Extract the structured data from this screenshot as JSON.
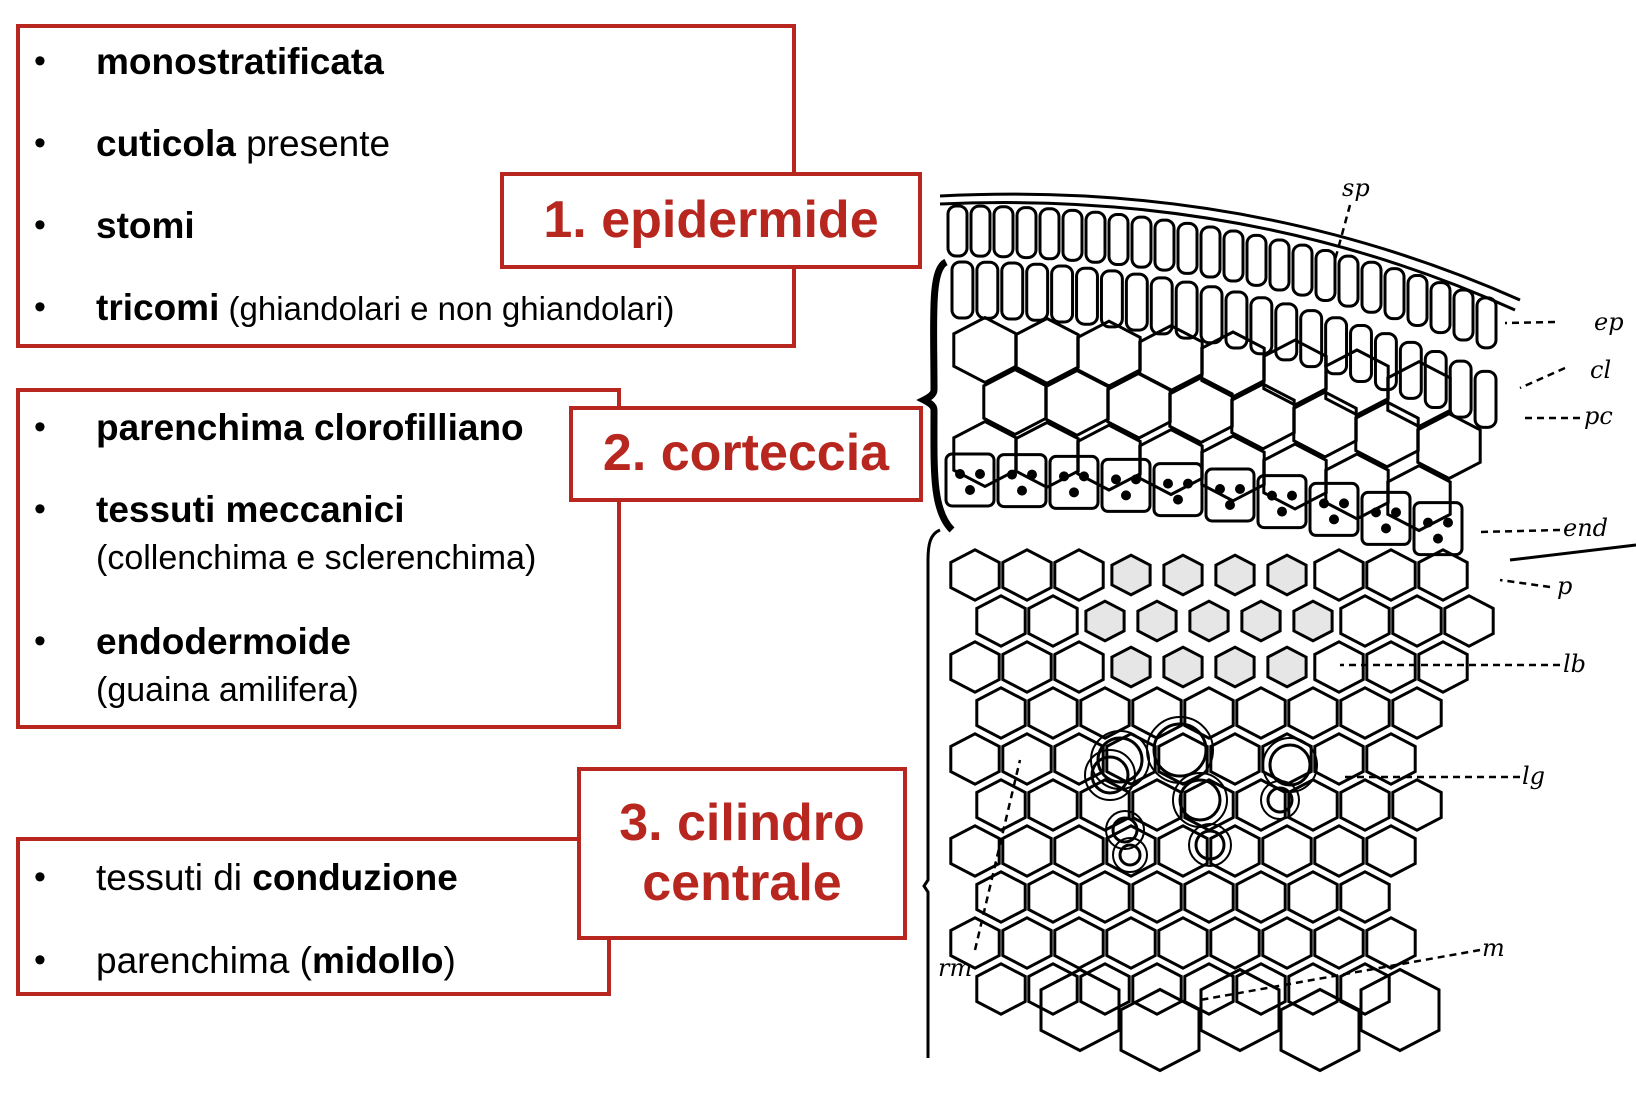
{
  "sections": [
    {
      "title": "1. epidermide",
      "items": [
        {
          "bold": "monostratificata",
          "rest": ""
        },
        {
          "bold": "cuticola",
          "rest": " presente"
        },
        {
          "bold": "stomi",
          "rest": ""
        },
        {
          "bold": "tricomi",
          "rest": " (ghiandolari e non ghiandolari)"
        }
      ]
    },
    {
      "title": "2. corteccia",
      "items": [
        {
          "bold": "parenchima clorofilliano",
          "sub": ""
        },
        {
          "bold": "tessuti meccanici",
          "sub": "(collenchima e sclerenchima)"
        },
        {
          "bold": "endodermoide",
          "sub": "(guaina amilifera)"
        }
      ]
    },
    {
      "title_line1": "3. cilindro",
      "title_line2": "centrale",
      "items": [
        {
          "pre": "tessuti di ",
          "bold": "conduzione",
          "post": ""
        },
        {
          "pre": "parenchima (",
          "bold": "midollo",
          "post": ")"
        }
      ]
    }
  ],
  "bullet": "•",
  "drawing_labels": {
    "sp": "sp",
    "ep": "ep",
    "cl": "cl",
    "pc": "pc",
    "end": "end",
    "p": "p",
    "lb": "lb",
    "lg": "lg",
    "rm": "rm",
    "m": "m"
  },
  "colors": {
    "accent": "#b8271f"
  }
}
